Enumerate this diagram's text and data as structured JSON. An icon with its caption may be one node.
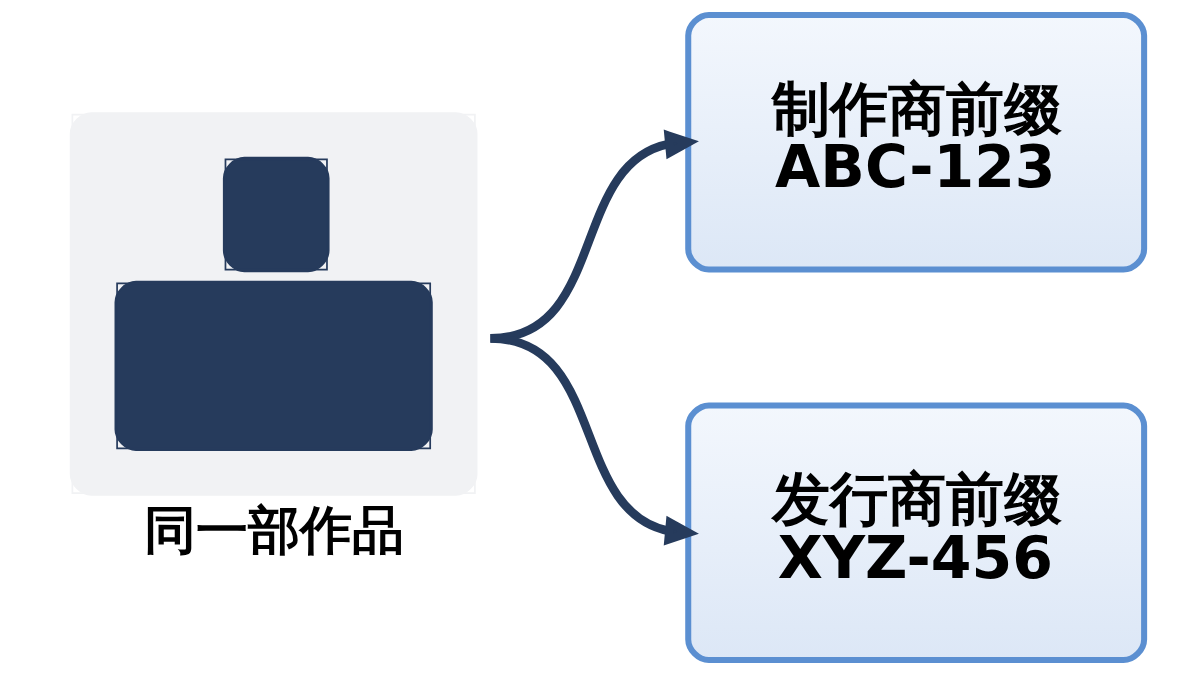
{
  "diagram": {
    "nodes": [
      {
        "text": [],
        "shape": "person",
        "beside": [
          "同一部作品"
        ]
      },
      {
        "text": [
          "制作商前缀",
          "ABC-123"
        ]
      },
      {
        "text": [
          "发行商前缀",
          "XYZ-456"
        ]
      }
    ],
    "edges": [
      {
        "from": 0,
        "to": 1,
        "arrow": "to"
      },
      {
        "from": 0,
        "to": 2,
        "arrow": "to"
      }
    ]
  }
}
